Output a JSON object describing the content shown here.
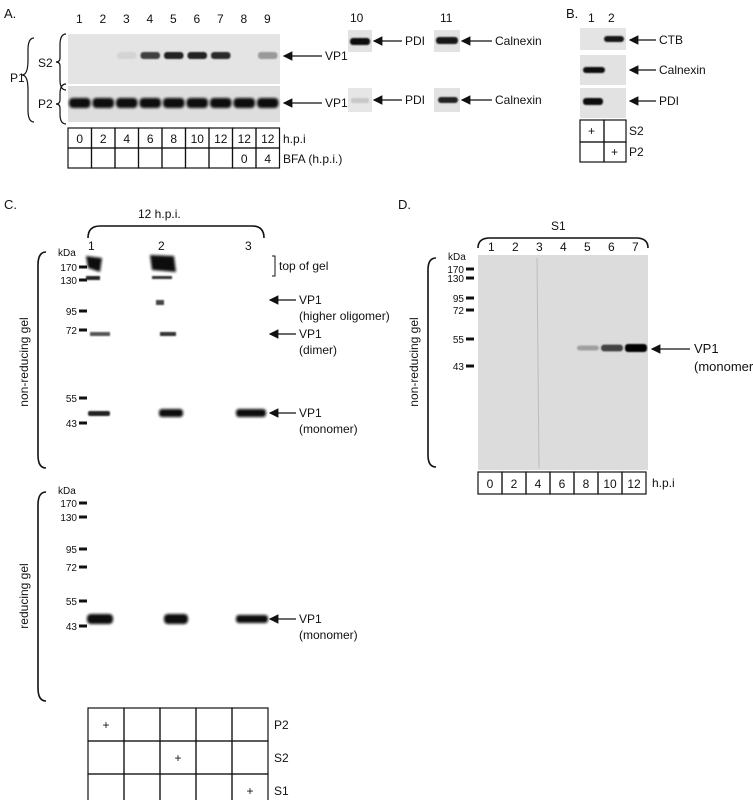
{
  "panelA": {
    "label": "A.",
    "lanes": [
      "1",
      "2",
      "3",
      "4",
      "5",
      "6",
      "7",
      "8",
      "9"
    ],
    "lane10": "10",
    "lane11": "11",
    "p1": "P1",
    "s2": "S2",
    "p2": "P2",
    "vp1": "VP1",
    "pdi": "PDI",
    "calnexin": "Calnexin",
    "hpi_values": [
      "0",
      "2",
      "4",
      "6",
      "8",
      "10",
      "12",
      "12",
      "12"
    ],
    "hpi_unit": "h.p.i",
    "bfa_values": [
      "",
      "",
      "",
      "",
      "",
      "",
      "",
      "0",
      "4"
    ],
    "bfa_label": "BFA (h.p.i.)",
    "s2_vp1_intensity": [
      0,
      0,
      0.08,
      0.75,
      0.9,
      0.9,
      0.85,
      0,
      0.35
    ]
  },
  "panelB": {
    "label": "B.",
    "lanes": [
      "1",
      "2"
    ],
    "ctb": "CTB",
    "calnexin": "Calnexin",
    "pdi": "PDI",
    "row1": [
      "+",
      ""
    ],
    "row1_label": "S2",
    "row2": [
      "",
      "+"
    ],
    "row2_label": "P2"
  },
  "panelC": {
    "label": "C.",
    "timepoint": "12 h.p.i.",
    "lanes": [
      "1",
      "2",
      "3"
    ],
    "kda": "kDa",
    "markers": [
      "170",
      "130",
      "95",
      "72",
      "55",
      "43"
    ],
    "gel_nonreducing": "non-reducing gel",
    "gel_reducing": "reducing gel",
    "top_of_gel": "top of gel",
    "band_labels": [
      {
        "line1": "VP1",
        "line2": "(higher oligomer)"
      },
      {
        "line1": "VP1",
        "line2": "(dimer)"
      },
      {
        "line1": "VP1",
        "line2": "(monomer)"
      }
    ],
    "reducing_band": {
      "line1": "VP1",
      "line2": "(monomer)"
    },
    "table": [
      {
        "cells": [
          "+",
          "",
          "",
          "",
          ""
        ],
        "label": "P2"
      },
      {
        "cells": [
          "",
          "",
          "+",
          "",
          ""
        ],
        "label": "S2"
      },
      {
        "cells": [
          "",
          "",
          "",
          "",
          "+"
        ],
        "label": "S1"
      }
    ]
  },
  "panelD": {
    "label": "D.",
    "fraction": "S1",
    "lanes": [
      "1",
      "2",
      "3",
      "4",
      "5",
      "6",
      "7"
    ],
    "kda": "kDa",
    "markers": [
      "170",
      "130",
      "95",
      "72",
      "55",
      "43"
    ],
    "gel": "non-reducing gel",
    "band": {
      "line1": "VP1",
      "line2": "(monomer)"
    },
    "hpi_values": [
      "0",
      "2",
      "4",
      "6",
      "8",
      "10",
      "12"
    ],
    "hpi_unit": "h.p.i",
    "vp1_intensity": [
      0,
      0,
      0,
      0,
      0.25,
      0.7,
      1.0
    ]
  }
}
